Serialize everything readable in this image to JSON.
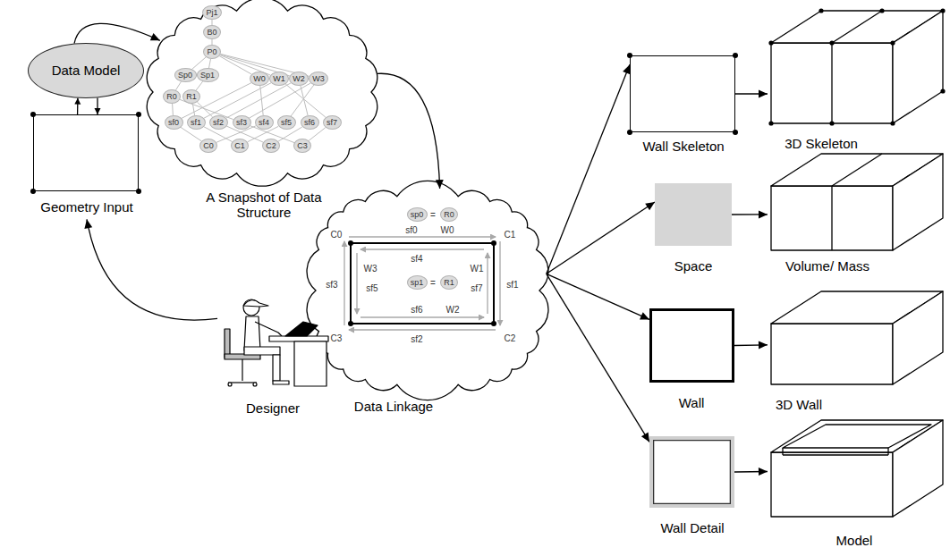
{
  "diagram": {
    "nodes": [
      {
        "text": [
          "Data Model"
        ]
      },
      {
        "text": [
          "A Snapshot of Data Structure"
        ]
      },
      {
        "text": [
          "Pj1"
        ],
        "in": 1
      },
      {
        "text": [
          "B0"
        ],
        "in": 1
      },
      {
        "text": [
          "P0"
        ],
        "in": 1
      },
      {
        "text": [
          "Sp0"
        ],
        "in": 1
      },
      {
        "text": [
          "Sp1"
        ],
        "in": 1
      },
      {
        "text": [
          "W0"
        ],
        "in": 1
      },
      {
        "text": [
          "W1"
        ],
        "in": 1
      },
      {
        "text": [
          "W2"
        ],
        "in": 1
      },
      {
        "text": [
          "W3"
        ],
        "in": 1
      },
      {
        "text": [
          "R0"
        ],
        "in": 1
      },
      {
        "text": [
          "R1"
        ],
        "in": 1
      },
      {
        "text": [
          "sf0"
        ],
        "in": 1
      },
      {
        "text": [
          "sf1"
        ],
        "in": 1
      },
      {
        "text": [
          "sf2"
        ],
        "in": 1
      },
      {
        "text": [
          "sf3"
        ],
        "in": 1
      },
      {
        "text": [
          "sf4"
        ],
        "in": 1
      },
      {
        "text": [
          "sf5"
        ],
        "in": 1
      },
      {
        "text": [
          "sf6"
        ],
        "in": 1
      },
      {
        "text": [
          "sf7"
        ],
        "in": 1
      },
      {
        "text": [
          "C0"
        ],
        "in": 1
      },
      {
        "text": [
          "C1"
        ],
        "in": 1
      },
      {
        "text": [
          "C2"
        ],
        "in": 1
      },
      {
        "text": [
          "C3"
        ],
        "in": 1
      },
      {
        "text": [
          "Geometry Input"
        ]
      },
      {
        "text": [
          "Data Linkage"
        ]
      },
      {
        "text": [
          "sp0"
        ],
        "in": 26
      },
      {
        "text": [
          "R0"
        ],
        "in": 26
      },
      {
        "text": [
          "sp1"
        ],
        "in": 26
      },
      {
        "text": [
          "R1"
        ],
        "in": 26
      },
      {
        "text": [
          "Designer"
        ]
      },
      {
        "text": [
          "Wall Skeleton"
        ]
      },
      {
        "text": [
          "3D Skeleton"
        ]
      },
      {
        "text": [
          "Space"
        ]
      },
      {
        "text": [
          "Volume/ Mass"
        ]
      },
      {
        "text": [
          "Wall"
        ]
      },
      {
        "text": [
          "3D Wall"
        ]
      },
      {
        "text": [
          "Wall Detail"
        ]
      },
      {
        "text": [
          "Model"
        ]
      }
    ],
    "edges": [
      {
        "from": 31,
        "to": 25,
        "arrow": "to"
      },
      {
        "from": 25,
        "to": 0,
        "arrow": "to"
      },
      {
        "from": 0,
        "to": 25,
        "arrow": "to"
      },
      {
        "from": 0,
        "to": 1,
        "arrow": "to"
      },
      {
        "from": 1,
        "to": 26,
        "arrow": "to"
      },
      {
        "from": 26,
        "to": 32,
        "arrow": "to"
      },
      {
        "from": 26,
        "to": 34,
        "arrow": "to"
      },
      {
        "from": 26,
        "to": 36,
        "arrow": "to"
      },
      {
        "from": 26,
        "to": 38,
        "arrow": "to"
      },
      {
        "from": 32,
        "to": 33,
        "arrow": "to"
      },
      {
        "from": 34,
        "to": 35,
        "arrow": "to"
      },
      {
        "from": 36,
        "to": 37,
        "arrow": "to"
      },
      {
        "from": 38,
        "to": 39,
        "arrow": "to"
      },
      {
        "from": 2,
        "to": 3,
        "arrow": "none"
      },
      {
        "from": 3,
        "to": 4,
        "arrow": "none"
      },
      {
        "from": 4,
        "to": 5,
        "arrow": "none"
      },
      {
        "from": 4,
        "to": 6,
        "arrow": "none"
      },
      {
        "from": 4,
        "to": 7,
        "arrow": "none"
      },
      {
        "from": 4,
        "to": 8,
        "arrow": "none"
      },
      {
        "from": 4,
        "to": 9,
        "arrow": "none"
      },
      {
        "from": 4,
        "to": 10,
        "arrow": "none"
      },
      {
        "from": 5,
        "to": 11,
        "arrow": "none"
      },
      {
        "from": 6,
        "to": 12,
        "arrow": "none"
      },
      {
        "from": 7,
        "to": 13,
        "arrow": "none"
      },
      {
        "from": 7,
        "to": 17,
        "arrow": "none"
      },
      {
        "from": 8,
        "to": 14,
        "arrow": "none"
      },
      {
        "from": 8,
        "to": 20,
        "arrow": "none"
      },
      {
        "from": 9,
        "to": 15,
        "arrow": "none"
      },
      {
        "from": 9,
        "to": 19,
        "arrow": "none"
      },
      {
        "from": 10,
        "to": 16,
        "arrow": "none"
      },
      {
        "from": 10,
        "to": 18,
        "arrow": "none"
      },
      {
        "from": 11,
        "to": 13,
        "arrow": "none"
      },
      {
        "from": 11,
        "to": 16,
        "arrow": "none"
      },
      {
        "from": 12,
        "to": 14,
        "arrow": "none"
      },
      {
        "from": 12,
        "to": 15,
        "arrow": "none"
      },
      {
        "from": 13,
        "to": 21,
        "arrow": "none"
      },
      {
        "from": 14,
        "to": 22,
        "arrow": "none"
      },
      {
        "from": 15,
        "to": 23,
        "arrow": "none"
      },
      {
        "from": 16,
        "to": 24,
        "arrow": "none"
      },
      {
        "from": 17,
        "to": 21,
        "arrow": "none"
      },
      {
        "from": 18,
        "to": 22,
        "arrow": "none"
      },
      {
        "from": 19,
        "to": 23,
        "arrow": "none"
      },
      {
        "from": 20,
        "to": 24,
        "arrow": "none"
      }
    ],
    "labels": [
      "=",
      "C0",
      "sf0",
      "W0",
      "C1",
      "sf4",
      "W3",
      "W1",
      "=",
      "sf3",
      "sf5",
      "sf7",
      "sf1",
      "sf6",
      "W2",
      "C3",
      "sf2",
      "C2"
    ]
  }
}
